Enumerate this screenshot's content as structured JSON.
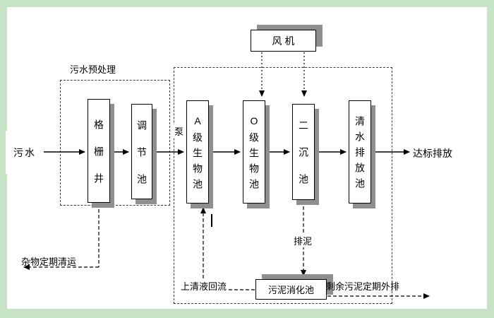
{
  "nodes": {
    "sewage": "污水",
    "grid_well": "格栅井",
    "regulating_tank": "调节池",
    "a_bio_tank": "A级生物池",
    "o_bio_tank": "O级生物池",
    "secondary_sedimentation_tank": "二沉池",
    "clear_water_discharge_tank": "清水排放池",
    "fan": "风 机",
    "sludge_digestion_tank": "污泥消化池"
  },
  "labels": {
    "pretreatment_section": "污水预处理",
    "pump": "泵",
    "standard_discharge": "达标排放",
    "debris_periodic_removal": "杂物定期清运",
    "supernatant_reflux": "上清液回流",
    "sludge_discharge": "排泥",
    "excess_sludge_periodic_outflow": "剩余污泥定期外排"
  },
  "colors": {
    "background": "#c6e3c6",
    "box_fill": "#ffffff",
    "box_border": "#000000",
    "shadow": "#8f8f8f",
    "line": "#000000"
  }
}
